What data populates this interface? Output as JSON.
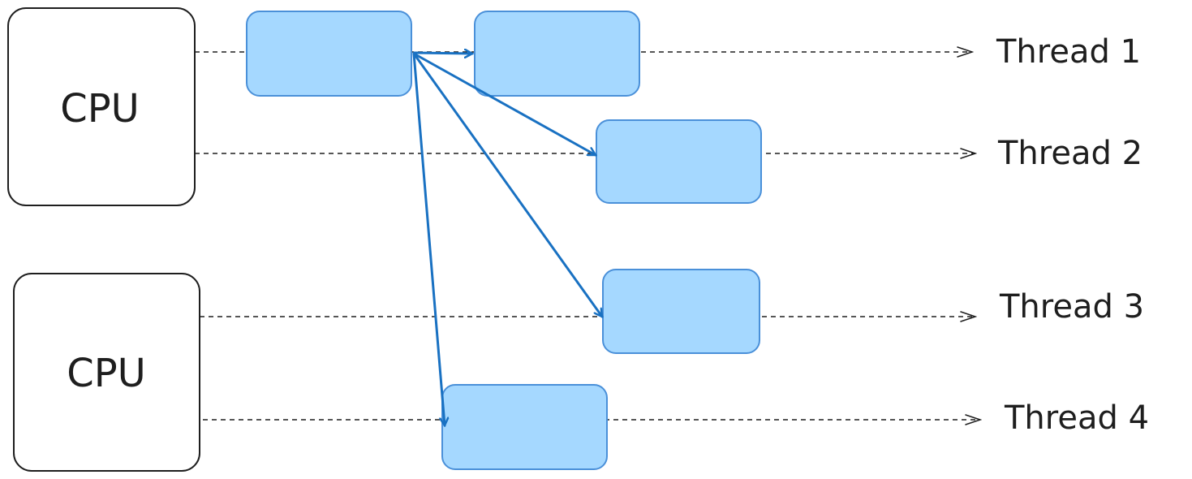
{
  "cpus": [
    {
      "label": "CPU"
    },
    {
      "label": "CPU"
    }
  ],
  "threads": [
    {
      "label": "Thread 1"
    },
    {
      "label": "Thread 2"
    },
    {
      "label": "Thread 3"
    },
    {
      "label": "Thread 4"
    }
  ],
  "colors": {
    "task_fill": "#a5d8ff",
    "task_stroke": "#4a90d9",
    "spawn_arrow": "#1971c2",
    "timeline": "#1e1e1e",
    "box_stroke": "#1e1e1e"
  }
}
